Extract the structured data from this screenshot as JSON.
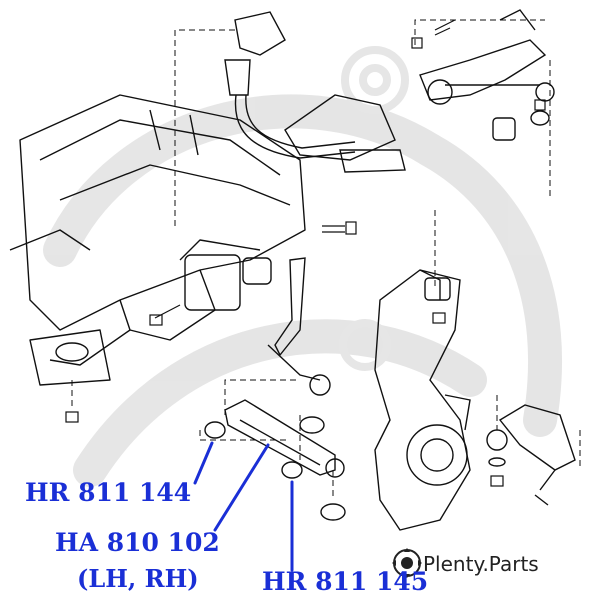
{
  "labels": {
    "part_left": "HR 811 144",
    "part_center": "HA 810 102",
    "part_center_note": "(LH, RH)",
    "part_bottom": "HR 811 145"
  },
  "brand": {
    "name": "Plenty",
    "suffix": "Parts"
  },
  "colors": {
    "label_blue": "#1a2fd6",
    "line_black": "#111111",
    "watermark_grey": "#d8d8d8"
  }
}
